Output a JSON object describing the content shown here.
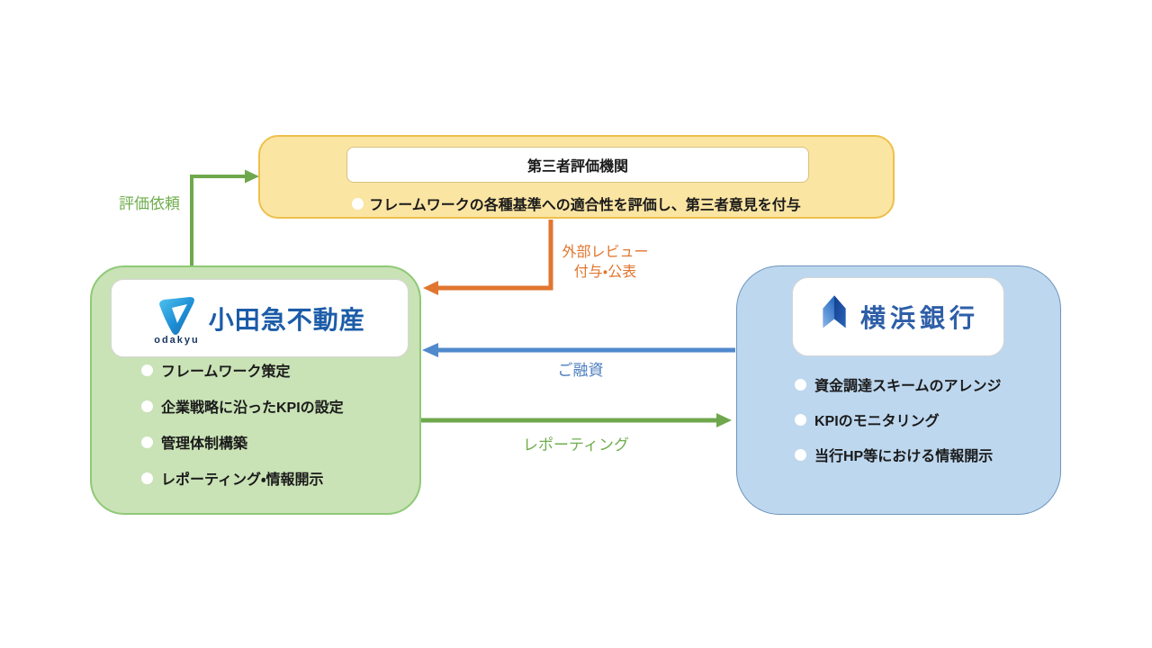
{
  "diagram": {
    "evaluator": {
      "title": "第三者評価機関",
      "bullet": "フレームワークの各種基準への適合性を評価し、第三者意見を付与"
    },
    "odakyu": {
      "brand": "小田急不動産",
      "brand_sub": "odakyu",
      "bullets": [
        "フレームワーク策定",
        "企業戦略に沿ったKPIの設定",
        "管理体制構築",
        "レポーティング・情報開示"
      ]
    },
    "yokohama": {
      "brand": "横浜銀行",
      "bullets": [
        "資金調達スキームのアレンジ",
        "KPIのモニタリング",
        "当行HP等における情報開示"
      ]
    },
    "labels": {
      "evaluation_request": "評価依頼",
      "external_review_line1": "外部レビュー",
      "external_review_line2": "付与・公表",
      "loan": "ご融資",
      "reporting": "レポーティング"
    },
    "colors": {
      "evaluator_fill": "#FBE5A3",
      "evaluator_border": "#EDC04B",
      "odakyu_fill": "#C9E2B6",
      "odakyu_border": "#8FC977",
      "yokohama_fill": "#BDD7EE",
      "yokohama_border": "#6E94BF",
      "green_arrow": "#6FA84C",
      "orange_arrow": "#E0762F",
      "blue_arrow": "#5089CC",
      "odakyu_brand_color": "#1C5CA8",
      "yokohama_brand_color": "#2E5FA8"
    }
  }
}
